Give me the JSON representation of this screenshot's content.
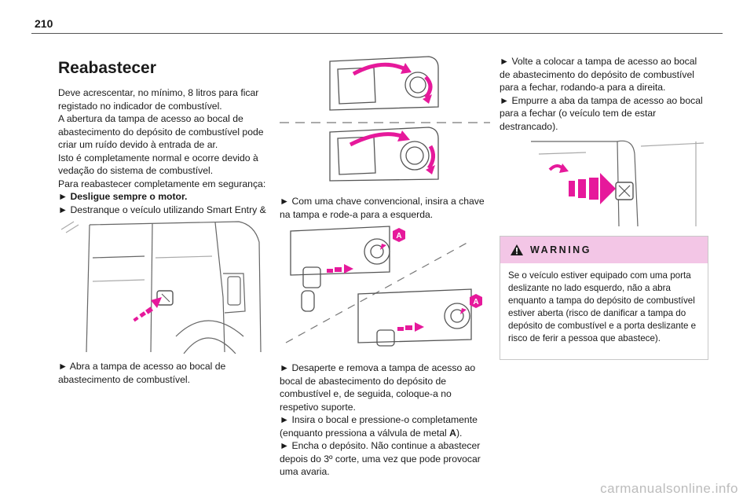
{
  "page": {
    "number": "210"
  },
  "col1": {
    "title": "Reabastecer",
    "p1": "Deve acrescentar, no mínimo, 8 litros para ficar registado no indicador de combustível.",
    "p2": "A abertura da tampa de acesso ao bocal de abastecimento do depósito de combustível pode criar um ruído devido à entrada de ar.",
    "p3": "Isto é completamente normal e ocorre devido à vedação do sistema de combustível.",
    "p4": "Para reabastecer completamente em segurança:",
    "step1": "► Desligue sempre o motor.",
    "step2": "► Destranque o veículo utilizando Smart Entry & Start.",
    "step3": "► Abra a tampa de acesso ao bocal de abastecimento de combustível."
  },
  "col2": {
    "step_key": "► Com uma chave convencional, insira a chave na tampa e rode-a para a esquerda.",
    "label_a": "A",
    "step_unscrew": "► Desaperte e remova a tampa de acesso ao bocal de abastecimento do depósito de combustível e, de seguida, coloque-a no respetivo suporte.",
    "step_insert_pre": "► Insira o bocal e pressione-o completamente (enquanto pressiona a válvula de metal ",
    "step_insert_bold": "A",
    "step_insert_post": ").",
    "step_fill": "► Encha o depósito. Não continue a abastecer depois do 3º corte, uma vez que pode provocar uma avaria."
  },
  "col3": {
    "step_replace": "► Volte a colocar a tampa de acesso ao bocal de abastecimento do depósito de combustível para a fechar, rodando-a para a direita.",
    "step_push": "► Empurre a aba da tampa de acesso ao bocal para a fechar (o veículo tem de estar destrancado)."
  },
  "warning": {
    "title": "WARNING",
    "text": "Se o veículo estiver equipado com uma porta deslizante no lado esquerdo, não a abra enquanto a tampa do depósito de combustível estiver aberta (risco de danificar a tampa do depósito de combustível e a porta deslizante e risco de ferir a pessoa que abastece)."
  },
  "footer": {
    "watermark": "carmanualsonline.info"
  },
  "colors": {
    "accent_magenta": "#e6199b",
    "warning_header": "#f3c6e6",
    "line_art": "#555555"
  }
}
